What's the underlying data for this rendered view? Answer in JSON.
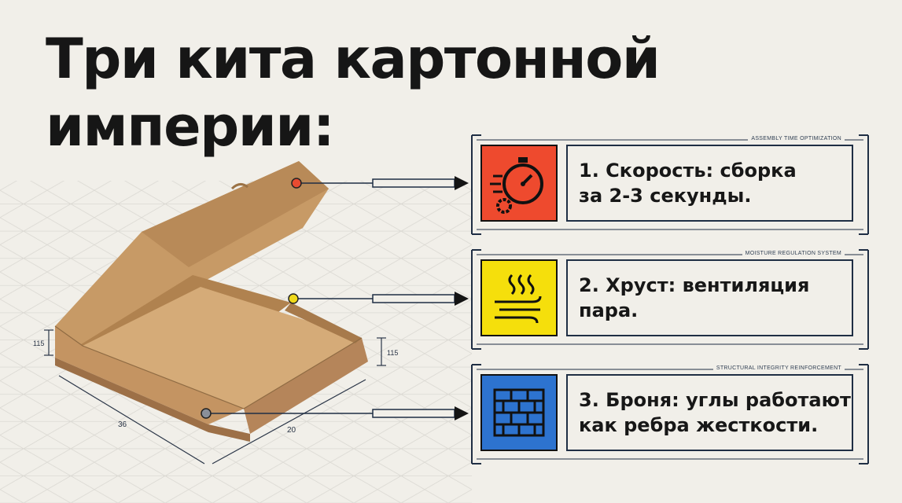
{
  "title": {
    "line1": "Три кита картонной",
    "line2": "империи:"
  },
  "dimensions": {
    "height_left": "115",
    "height_right": "115",
    "length": "36",
    "width": "20"
  },
  "callouts": [
    {
      "tag": "ASSEMBLY TIME OPTIMIZATION",
      "text": "1. Скорость: сборка\nза 2-3 секунды.",
      "icon": "stopwatch-gear-icon",
      "color": "#ee4a2e",
      "dot_color": "#e84b31"
    },
    {
      "tag": "MOISTURE REGULATION SYSTEM",
      "text": "2. Хруст: вентиляция\nпара.",
      "icon": "steam-wind-icon",
      "color": "#f5df0c",
      "dot_color": "#efd81a"
    },
    {
      "tag": "STRUCTURAL INTEGRITY REINFORCEMENT",
      "text": "3. Броня: углы работают\nкак ребра жесткости.",
      "icon": "brick-wall-icon",
      "color": "#2d73cf",
      "dot_color": "#8a8f99"
    }
  ]
}
